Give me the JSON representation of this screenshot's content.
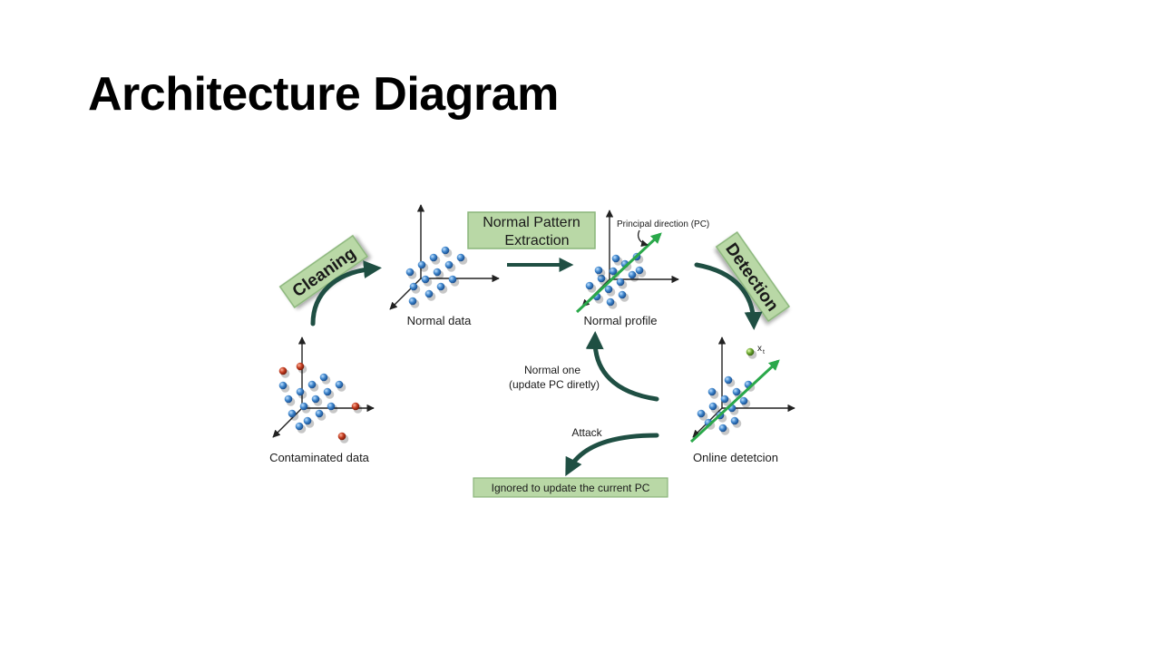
{
  "title": "Architecture Diagram",
  "diagram": {
    "stage_labels": {
      "cleaning": "Cleaning",
      "extraction_line1": "Normal Pattern",
      "extraction_line2": "Extraction",
      "detection": "Detection",
      "ignored": "Ignored to update the current PC"
    },
    "panels": {
      "contaminated": "Contaminated data",
      "normal_data": "Normal data",
      "normal_profile": "Normal profile",
      "online": "Online detetcion"
    },
    "annotations": {
      "principal_direction": "Principal direction (PC)",
      "normal_one_line1": "Normal one",
      "normal_one_line2": "(update PC diretly)",
      "attack": "Attack",
      "xt": "x",
      "xt_sub": "t"
    },
    "colors": {
      "stage_box_fill": "#b9d8a6",
      "stage_box_stroke": "#8ab57a",
      "flow_arrow": "#1f4f43",
      "pc_arrow": "#2aa84a",
      "point_blue": "#3b82c9",
      "point_red": "#c0391d",
      "point_green": "#6aa62e"
    },
    "icons": [
      "blue-data-point-icon",
      "red-outlier-point-icon",
      "green-test-point-icon"
    ]
  }
}
